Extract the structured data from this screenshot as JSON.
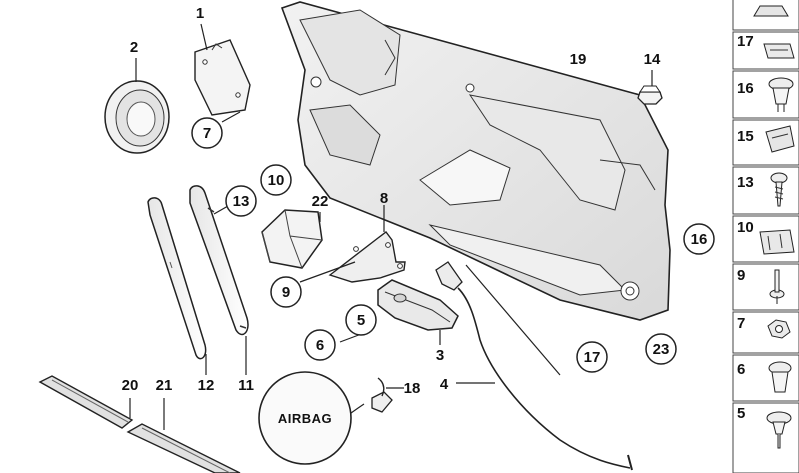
{
  "callouts": {
    "c1": "1",
    "c2": "2",
    "c3": "3",
    "c4": "4",
    "c5": "5",
    "c6": "6",
    "c7": "7",
    "c8": "8",
    "c9": "9",
    "c10": "10",
    "c11": "11",
    "c12": "12",
    "c13": "13",
    "c14": "14",
    "c16": "16",
    "c17": "17",
    "c18": "18",
    "c19": "19",
    "c20": "20",
    "c21": "21",
    "c22": "22",
    "c23": "23"
  },
  "airbag_label": "AIRBAG",
  "sidebar": {
    "items": [
      {
        "label": "",
        "icon": "clip-top-icon"
      },
      {
        "label": "17",
        "icon": "spring-nut-clip-icon"
      },
      {
        "label": "16",
        "icon": "expanding-rivet-icon"
      },
      {
        "label": "15",
        "icon": "clip-icon"
      },
      {
        "label": "13",
        "icon": "screw-icon"
      },
      {
        "label": "10",
        "icon": "retaining-clip-icon"
      },
      {
        "label": "9",
        "icon": "push-pin-icon"
      },
      {
        "label": "7",
        "icon": "hex-nut-icon"
      },
      {
        "label": "6",
        "icon": "expanding-nut-icon"
      },
      {
        "label": "5",
        "icon": "washer-screw-icon"
      }
    ]
  }
}
